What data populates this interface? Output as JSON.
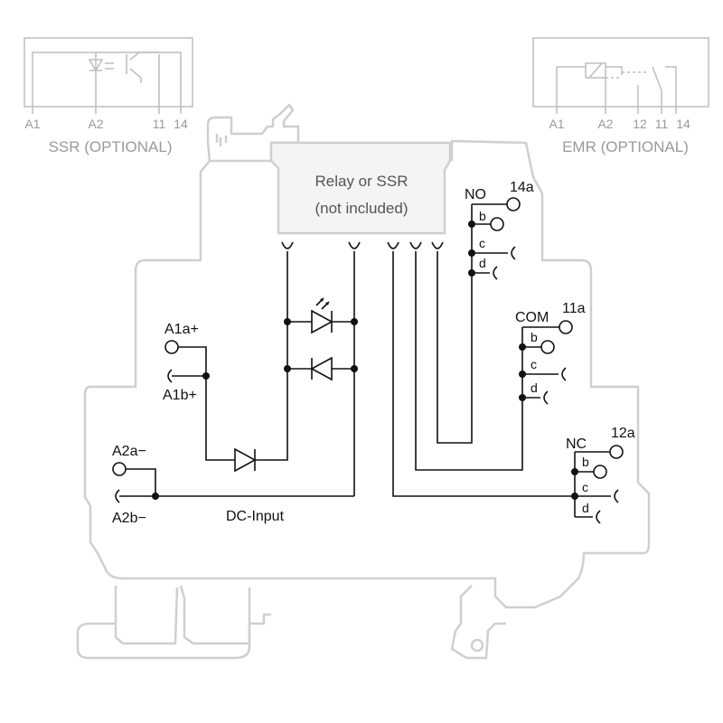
{
  "relay_box": {
    "line1": "Relay or SSR",
    "line2": "(not included)"
  },
  "ssr": {
    "caption": "SSR (OPTIONAL)",
    "pins": [
      "A1",
      "A2",
      "11",
      "14"
    ]
  },
  "emr": {
    "caption": "EMR (OPTIONAL)",
    "pins": [
      "A1",
      "A2",
      "12",
      "11",
      "14"
    ]
  },
  "input": {
    "a1a": "A1a+",
    "a1b": "A1b+",
    "a2a": "A2a−",
    "a2b": "A2b−",
    "dc": "DC-Input"
  },
  "outputs": {
    "no": {
      "name": "NO",
      "pin": "14a",
      "b": "b",
      "c": "c",
      "d": "d"
    },
    "com": {
      "name": "COM",
      "pin": "11a",
      "b": "b",
      "c": "c",
      "d": "d"
    },
    "nc": {
      "name": "NC",
      "pin": "12a",
      "b": "b",
      "c": "c",
      "d": "d"
    }
  }
}
